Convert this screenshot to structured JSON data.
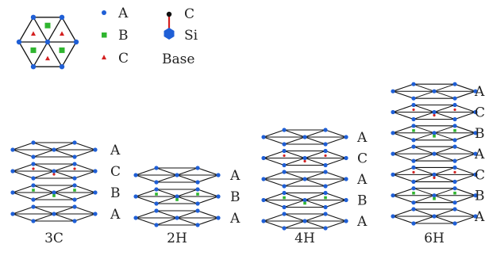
{
  "legend": {
    "items": [
      {
        "shape": "dot",
        "color": "#1f5fd6",
        "label": "A"
      },
      {
        "shape": "square",
        "color": "#2fb52f",
        "label": "B"
      },
      {
        "shape": "triangle",
        "color": "#d42020",
        "label": "C"
      }
    ],
    "bond": {
      "c_label": "C",
      "si_label": "Si",
      "base_label": "Base"
    }
  },
  "polytypes": [
    {
      "name": "3C",
      "layers": [
        "A",
        "C",
        "B",
        "A"
      ]
    },
    {
      "name": "2H",
      "layers": [
        "A",
        "B",
        "A"
      ]
    },
    {
      "name": "4H",
      "layers": [
        "A",
        "C",
        "A",
        "B",
        "A"
      ]
    },
    {
      "name": "6H",
      "layers": [
        "A",
        "C",
        "B",
        "A",
        "C",
        "B",
        "A"
      ]
    }
  ],
  "colors": {
    "line": "#111111",
    "atom_a": "#1f5fd6",
    "atom_b": "#2fb52f",
    "atom_c": "#d42020",
    "bond": "#d42020",
    "text": "#222222"
  }
}
